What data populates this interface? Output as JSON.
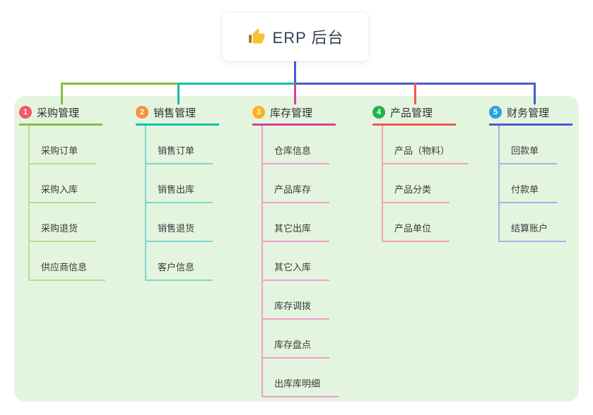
{
  "root": {
    "title": "ERP 后台",
    "icon": "thumbs-up-icon"
  },
  "panel": {
    "background": "#e4f5df"
  },
  "connector": {
    "root_color": "#4a5bd0"
  },
  "branches": [
    {
      "number": "1",
      "label": "采购管理",
      "badge_color": "#f4566b",
      "line_color": "#84bf41",
      "child_line_color": "#b5dc97",
      "children": [
        "采购订单",
        "采购入库",
        "采购退货",
        "供应商信息"
      ]
    },
    {
      "number": "2",
      "label": "销售管理",
      "badge_color": "#fb8f3d",
      "line_color": "#12bfa5",
      "child_line_color": "#7dd6c8",
      "children": [
        "销售订单",
        "销售出库",
        "销售退货",
        "客户信息"
      ]
    },
    {
      "number": "3",
      "label": "库存管理",
      "badge_color": "#fcb01f",
      "line_color": "#d83f9d",
      "child_line_color": "#ec9fcb",
      "children": [
        "仓库信息",
        "产品库存",
        "其它出库",
        "其它入库",
        "库存调拨",
        "库存盘点",
        "出库库明细"
      ]
    },
    {
      "number": "4",
      "label": "产品管理",
      "badge_color": "#22b24c",
      "line_color": "#f25750",
      "child_line_color": "#f5a39c",
      "children": [
        "产品（物料）",
        "产品分类",
        "产品单位"
      ]
    },
    {
      "number": "5",
      "label": "财务管理",
      "badge_color": "#2ba2dd",
      "line_color": "#4a5bd0",
      "child_line_color": "#9fb3e6",
      "children": [
        "回款单",
        "付款单",
        "结算账户"
      ]
    }
  ]
}
